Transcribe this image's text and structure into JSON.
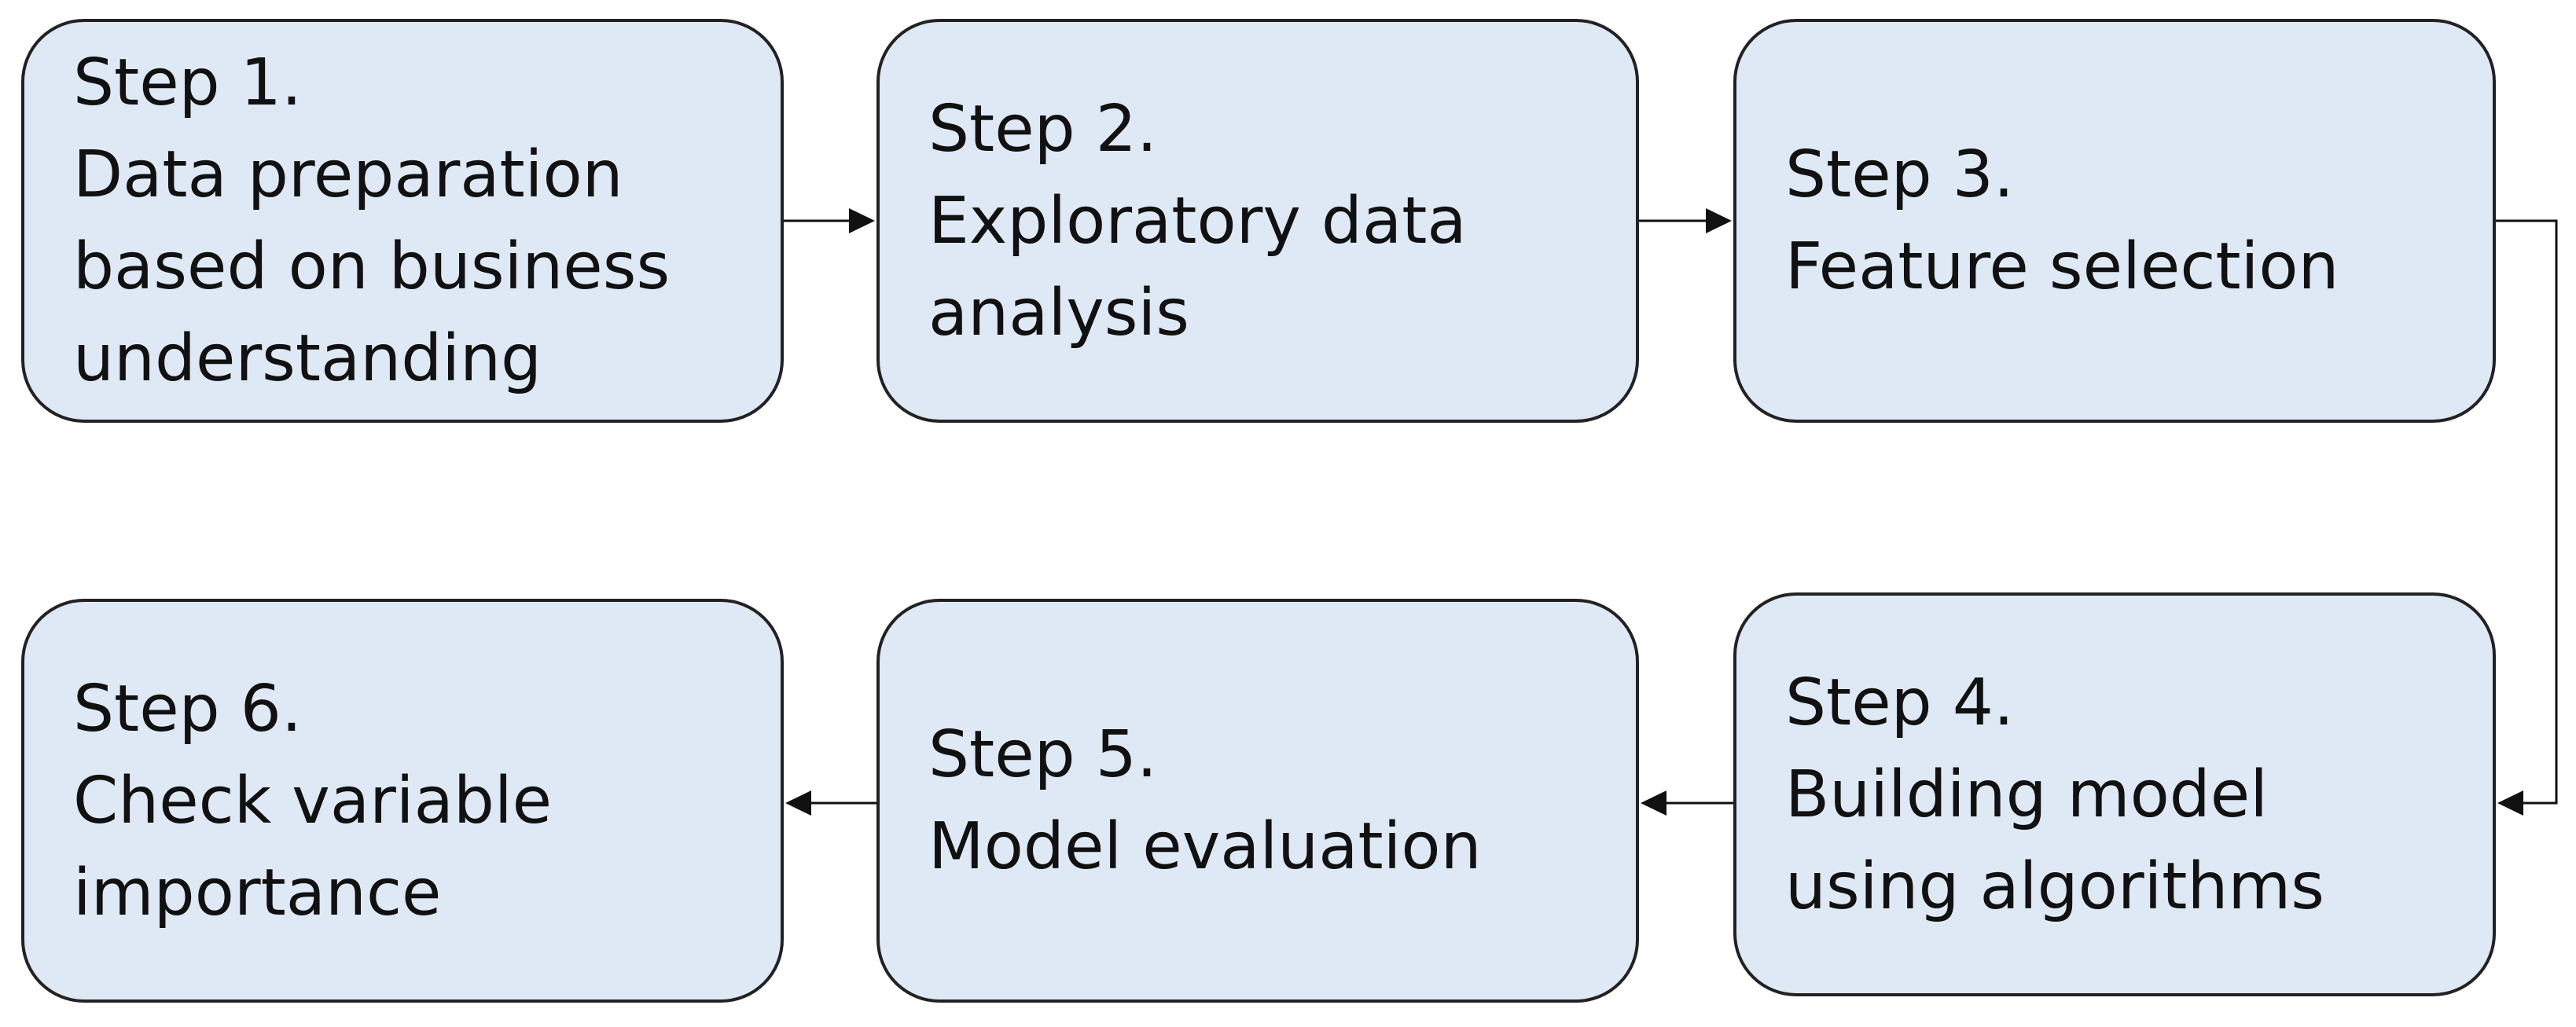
{
  "diagram": {
    "steps": [
      {
        "id": "s1",
        "lines": [
          "Step 1.",
          "Data preparation",
          "based on business",
          "understanding"
        ]
      },
      {
        "id": "s2",
        "lines": [
          "Step 2.",
          "Exploratory data",
          "analysis"
        ]
      },
      {
        "id": "s3",
        "lines": [
          "Step 3.",
          "Feature selection"
        ]
      },
      {
        "id": "s4",
        "lines": [
          "Step 4.",
          "Building model",
          "using algorithms"
        ]
      },
      {
        "id": "s5",
        "lines": [
          "Step 5.",
          "Model evaluation"
        ]
      },
      {
        "id": "s6",
        "lines": [
          "Step 6.",
          "Check variable",
          "importance"
        ]
      }
    ],
    "connections": [
      {
        "from": "s1",
        "to": "s2"
      },
      {
        "from": "s2",
        "to": "s3"
      },
      {
        "from": "s3",
        "to": "s4"
      },
      {
        "from": "s4",
        "to": "s5"
      },
      {
        "from": "s5",
        "to": "s6"
      }
    ],
    "colors": {
      "box_fill": "#dfe9f5",
      "box_border": "#222222",
      "text": "#111111",
      "connector": "#111111"
    }
  }
}
